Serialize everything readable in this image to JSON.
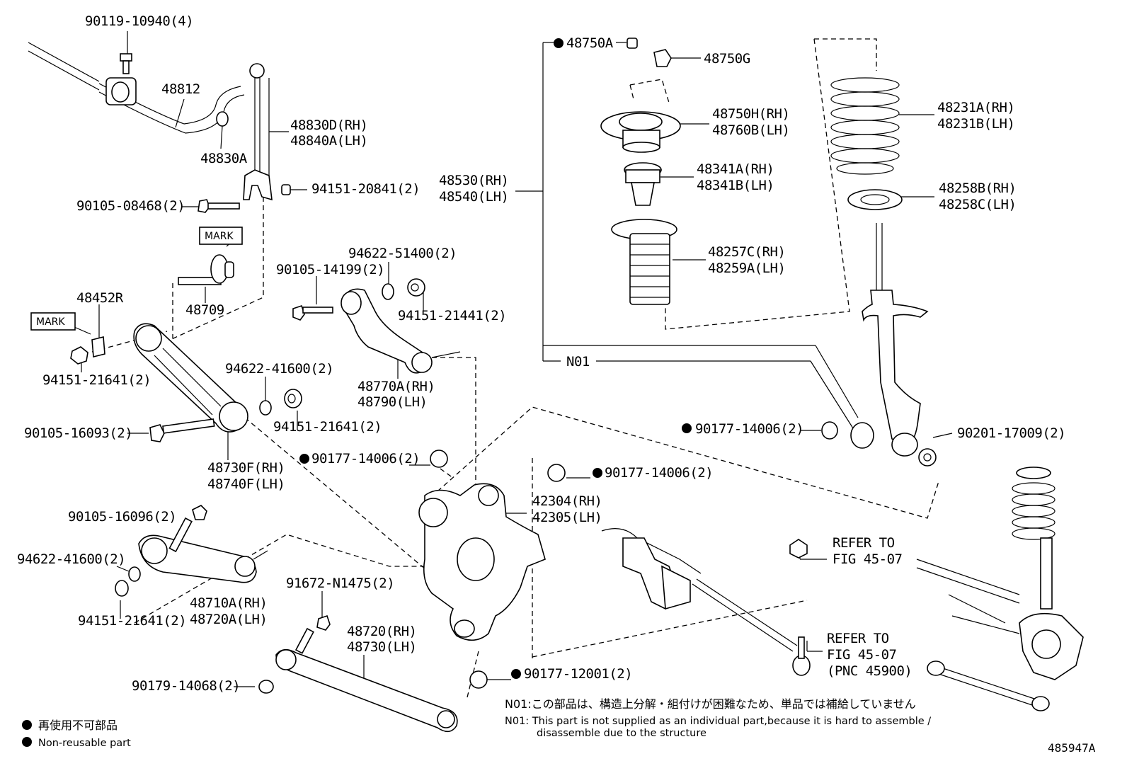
{
  "labels": {
    "p90119": "90119-10940(4)",
    "p48812": "48812",
    "p48830A": "48830A",
    "p48830D": "48830D(RH)",
    "p48840A": "48840A(LH)",
    "p94151_20841": "94151-20841(2)",
    "p90105_08468": "90105-08468(2)",
    "mark1": "MARK",
    "p48709": "48709",
    "p48452R": "48452R",
    "mark2": "MARK",
    "p94151_21641a": "94151-21641(2)",
    "p90105_16093": "90105-16093(2)",
    "p48730F": "48730F(RH)",
    "p48740F": "48740F(LH)",
    "p94622_41600a": "94622-41600(2)",
    "p94151_21641b": "94151-21641(2)",
    "p94622_51400": "94622-51400(2)",
    "p90105_14199": "90105-14199(2)",
    "p94151_21441": "94151-21441(2)",
    "p48770A": "48770A(RH)",
    "p48790": "48790(LH)",
    "p90177_14006a": "90177-14006(2)",
    "p90177_14006b": "90177-14006(2)",
    "p42304": "42304(RH)",
    "p42305": "42305(LH)",
    "p90105_16096": "90105-16096(2)",
    "p94622_41600b": "94622-41600(2)",
    "p48710A": "48710A(RH)",
    "p48720A": "48720A(LH)",
    "p94151_21641c": "94151-21641(2)",
    "p91672": "91672-N1475(2)",
    "p48720": "48720(RH)",
    "p48730": "48730(LH)",
    "p90179": "90179-14068(2)",
    "p90177_12001": "90177-12001(2)",
    "p48750A": "48750A",
    "p48750G": "48750G",
    "p48750H": "48750H(RH)",
    "p48760B": "48760B(LH)",
    "p48341A": "48341A(RH)",
    "p48341B": "48341B(LH)",
    "p48257C": "48257C(RH)",
    "p48259A": "48259A(LH)",
    "p48530": "48530(RH)",
    "p48540": "48540(LH)",
    "n01": "N01",
    "p48231A": "48231A(RH)",
    "p48231B": "48231B(LH)",
    "p48258B": "48258B(RH)",
    "p48258C": "48258C(LH)",
    "p90177_14006c": "90177-14006(2)",
    "p90201": "90201-17009(2)",
    "refer1a": "REFER TO",
    "refer1b": "FIG 45-07",
    "refer2a": "REFER TO",
    "refer2b": "FIG 45-07",
    "refer2c": "(PNC 45900)"
  },
  "notes": {
    "n01_jp": "N01:この部品は、構造上分解・組付けが困難なため、単品では補給していません",
    "n01_en1": "N01: This part is not supplied as an individual part,because it is hard to assemble /",
    "n01_en2": "disassemble due to the structure"
  },
  "legend": {
    "jp": "再使用不可部品",
    "en": "Non-reusable part"
  },
  "figure_id": "485947A"
}
